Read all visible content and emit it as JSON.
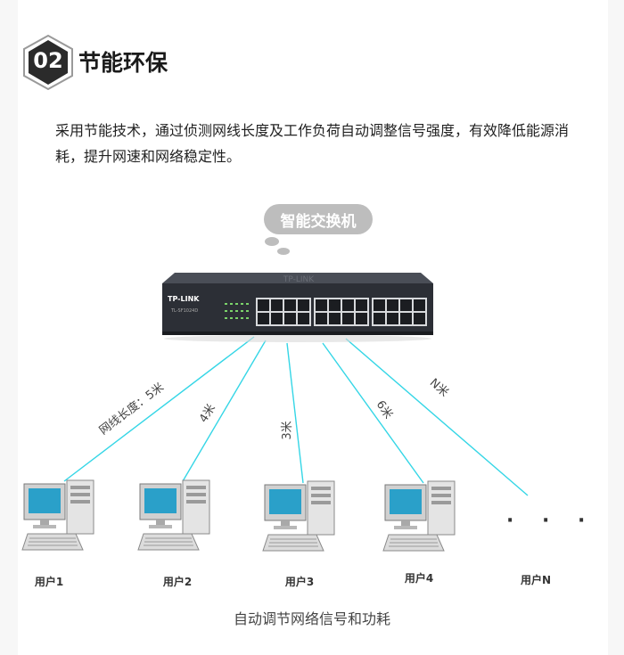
{
  "section": {
    "number": "02",
    "title": "节能环保"
  },
  "intro_text": "采用节能技术，通过侦测网线长度及工作负荷自动调整信号强度，有效降低能源消耗，提升网速和网络稳定性。",
  "bubble_label": "智能交换机",
  "switch": {
    "brand": "TP-LINK",
    "model": "TL-SF1024D"
  },
  "cable_labels": [
    "网线长度：5米",
    "4米",
    "3米",
    "6米",
    "N米"
  ],
  "users": [
    "用户1",
    "用户2",
    "用户3",
    "用户4",
    "用户N"
  ],
  "ellipsis": "· · ·",
  "caption": "自动调节网络信号和功耗",
  "colors": {
    "badge_dark": "#2b2b2b",
    "badge_border": "#bfbfbf",
    "cable": "#35d6e6",
    "bubble": "#bdbdbd",
    "switch_body": "#2c2f36"
  }
}
